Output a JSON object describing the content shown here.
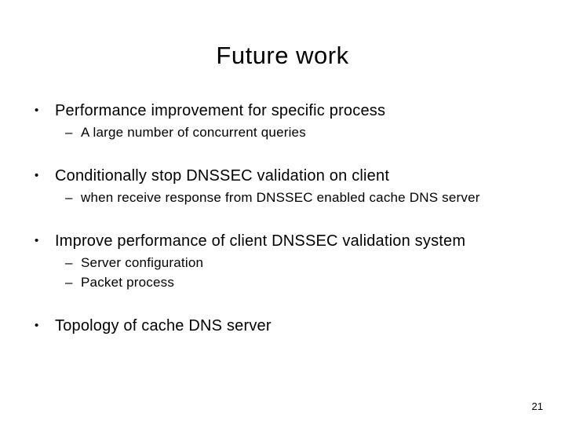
{
  "slide": {
    "title": "Future work",
    "page_number": "21",
    "markers": {
      "bullet": "•",
      "dash": "–"
    },
    "bullets": [
      {
        "text": "Performance improvement for specific process",
        "subs": [
          "A large number of concurrent queries"
        ]
      },
      {
        "text": "Conditionally stop DNSSEC validation on client",
        "subs": [
          "when receive response from DNSSEC enabled cache DNS server"
        ]
      },
      {
        "text": "Improve performance of client DNSSEC validation system",
        "subs": [
          "Server configuration",
          "Packet process"
        ]
      },
      {
        "text": "Topology of cache DNS server",
        "subs": []
      }
    ]
  }
}
